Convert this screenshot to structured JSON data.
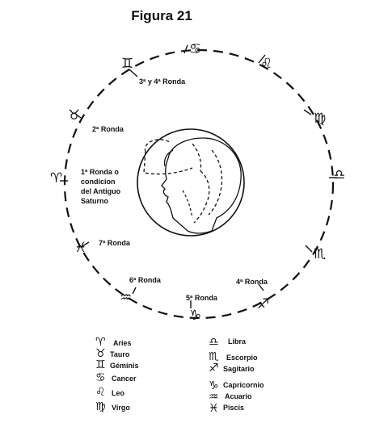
{
  "title": "Figura 21",
  "rondas": {
    "r1": [
      "1ª Ronda o",
      "condicion",
      "del Antiguo",
      "Saturno"
    ],
    "r2": "2ª Ronda",
    "r34": "3ª y 4ª Ronda",
    "r4": "4ª Ronda",
    "r5": "5ª Ronda",
    "r6": "6ª Ronda",
    "r7": "7ª Ronda"
  },
  "zodiac_icons": {
    "aries": "aries-icon",
    "taurus": "taurus-icon",
    "gemini": "gemini-icon",
    "cancer": "cancer-icon",
    "leo": "leo-icon",
    "virgo": "virgo-icon",
    "libra": "libra-icon",
    "scorpio": "scorpio-icon",
    "sagittarius": "sagittarius-icon",
    "capricorn": "capricorn-icon",
    "aquarius": "aquarius-icon",
    "pisces": "pisces-icon"
  },
  "legend": {
    "left": [
      {
        "symbol": "♈",
        "label": "Aries"
      },
      {
        "symbol": "♉",
        "label": "Tauro"
      },
      {
        "symbol": "♊",
        "label": "Géminis"
      },
      {
        "symbol": "♋",
        "label": "Cancer"
      },
      {
        "symbol": "♌",
        "label": "Leo"
      },
      {
        "symbol": "♍",
        "label": "Virgo"
      }
    ],
    "right": [
      {
        "symbol": "♎",
        "label": "Libra"
      },
      {
        "symbol": "♏",
        "label": "Escorpio"
      },
      {
        "symbol": "♐",
        "label": "Sagitario"
      },
      {
        "symbol": "♑",
        "label": "Capricornio"
      },
      {
        "symbol": "♒",
        "label": "Acuario"
      },
      {
        "symbol": "♓",
        "label": "Piscis"
      }
    ]
  }
}
